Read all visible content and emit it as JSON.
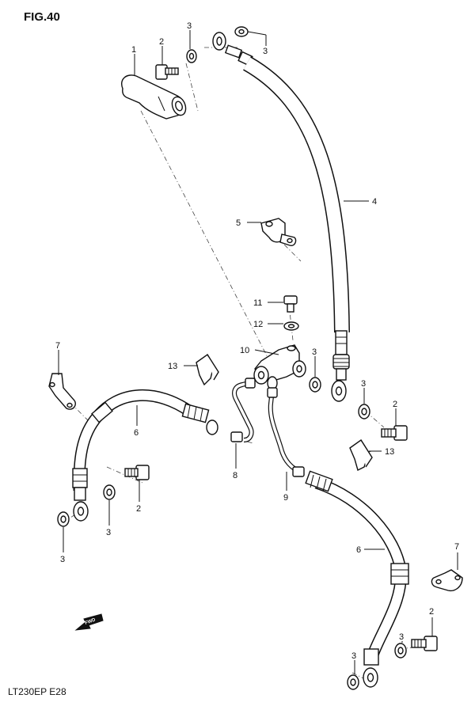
{
  "figure": {
    "title": "FIG.40",
    "model_code": "LT230EP  E28",
    "direction_arrow_text": "FWD"
  },
  "callouts": [
    {
      "id": "c1",
      "number": "1"
    },
    {
      "id": "c2a",
      "number": "2"
    },
    {
      "id": "c3a",
      "number": "3"
    },
    {
      "id": "c3b",
      "number": "3"
    },
    {
      "id": "c4",
      "number": "4"
    },
    {
      "id": "c5",
      "number": "5"
    },
    {
      "id": "c11",
      "number": "11"
    },
    {
      "id": "c12",
      "number": "12"
    },
    {
      "id": "c10",
      "number": "10"
    },
    {
      "id": "c3c",
      "number": "3"
    },
    {
      "id": "c7a",
      "number": "7"
    },
    {
      "id": "c13a",
      "number": "13"
    },
    {
      "id": "c6a",
      "number": "6"
    },
    {
      "id": "c3d",
      "number": "3"
    },
    {
      "id": "c2b",
      "number": "2"
    },
    {
      "id": "c8",
      "number": "8"
    },
    {
      "id": "c2c",
      "number": "2"
    },
    {
      "id": "c3e",
      "number": "3"
    },
    {
      "id": "c3f",
      "number": "3"
    },
    {
      "id": "c13b",
      "number": "13"
    },
    {
      "id": "c9",
      "number": "9"
    },
    {
      "id": "c6b",
      "number": "6"
    },
    {
      "id": "c7b",
      "number": "7"
    },
    {
      "id": "c2d",
      "number": "2"
    },
    {
      "id": "c3g",
      "number": "3"
    },
    {
      "id": "c3h",
      "number": "3"
    }
  ]
}
